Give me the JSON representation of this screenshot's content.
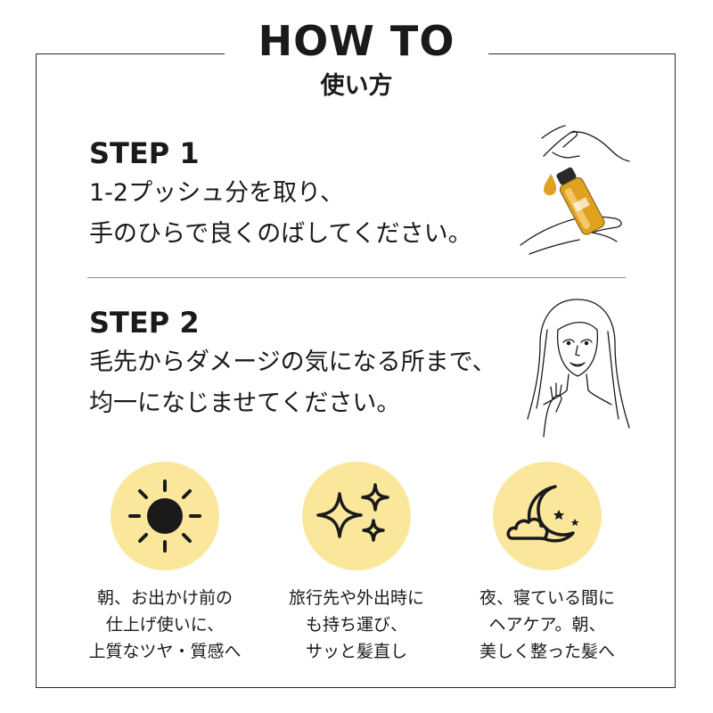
{
  "header": {
    "title": "HOW TO",
    "subtitle": "使い方"
  },
  "steps": [
    {
      "title": "STEP 1",
      "lines": [
        "1-2プッシュ分を取り、",
        "手のひらで良くのばしてください。"
      ]
    },
    {
      "title": "STEP 2",
      "lines": [
        "毛先からダメージの気になる所まで、",
        "均一になじませてください。"
      ]
    }
  ],
  "features": [
    {
      "icon": "sun-icon",
      "lines": [
        "朝、お出かけ前の",
        "仕上げ使いに、",
        "上質なツヤ・質感へ"
      ]
    },
    {
      "icon": "sparkle-icon",
      "lines": [
        "旅行先や外出時に",
        "も持ち運び、",
        "サッと髪直し"
      ]
    },
    {
      "icon": "moon-cloud-icon",
      "lines": [
        "夜、寝ている間に",
        "ヘアケア。朝、",
        "美しく整った髪へ"
      ]
    }
  ],
  "colors": {
    "circle": "#fbe79b",
    "ink": "#1a1a1a",
    "oil": "#e0a020"
  }
}
